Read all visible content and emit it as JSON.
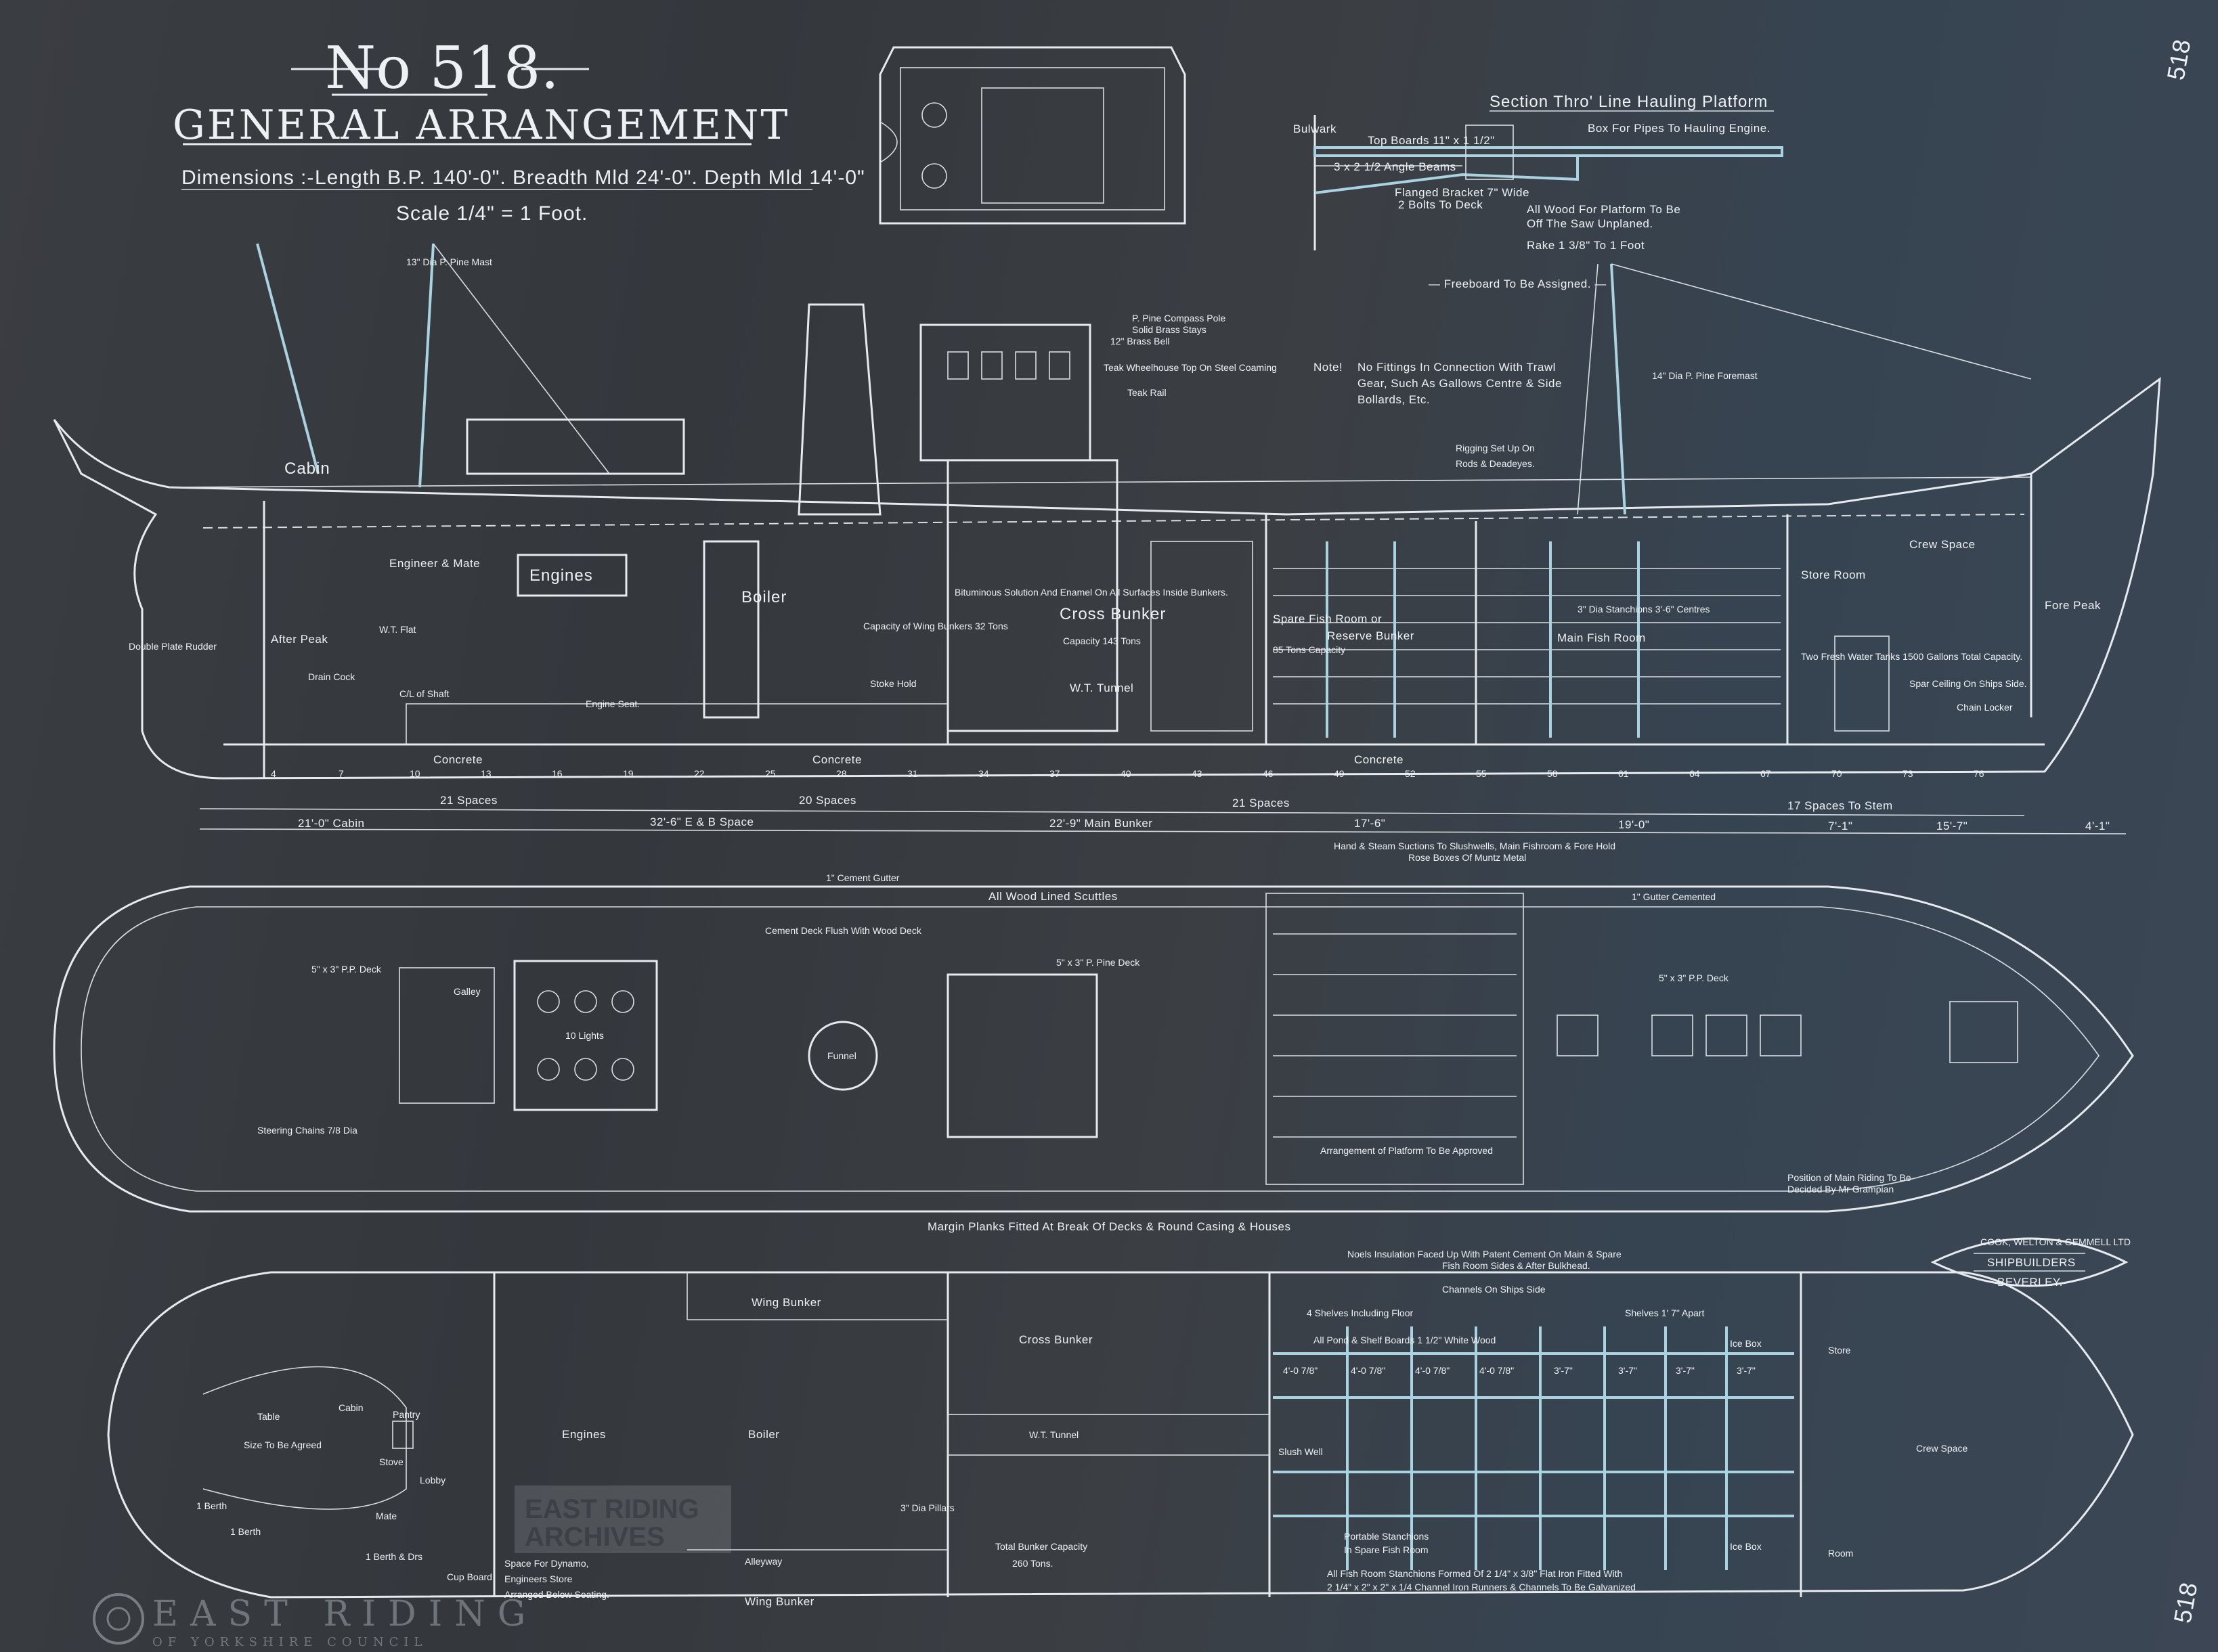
{
  "title": {
    "number": "No 518.",
    "heading": "GENERAL ARRANGEMENT",
    "dimensions_label": "Dimensions :-",
    "dimensions": "Length B.P. 140'-0\". Breadth Mld 24'-0\". Depth Mld 14'-0\"",
    "scale": "Scale 1/4\" = 1 Foot."
  },
  "section": {
    "title": "Section Thro' Line Hauling Platform",
    "bulwark": "Bulwark",
    "top_boards": "Top Boards 11\" x 1 1/2\"",
    "angle_beams": "3 x 2 1/2 Angle Beams",
    "box_pipes": "Box For Pipes To Hauling Engine.",
    "bracket": "Flanged Bracket 7\" Wide",
    "bolts": "2 Bolts To Deck",
    "wood_note_1": "All Wood For Platform To Be",
    "wood_note_2": "Off The Saw Unplaned.",
    "rake": "Rake 1 3/8\" To 1 Foot"
  },
  "notes": {
    "freeboard": "— Freeboard To Be Assigned. —",
    "note_label": "Note!",
    "note_1": "No Fittings In Connection With Trawl",
    "note_2": "Gear, Such As Gallows Centre & Side",
    "note_3": "Bollards, Etc.",
    "compass": "P. Pine Compass Pole",
    "stays": "Solid Brass Stays",
    "bell": "12\" Brass Bell",
    "wheelhouse": "Teak Wheelhouse Top On Steel Coaming",
    "teak_rail": "Teak Rail",
    "rigging_1": "Rigging Set Up On",
    "rigging_2": "Rods & Deadeyes.",
    "foremast": "14\" Dia P. Pine Foremast",
    "mizzen": "13\" Dia P. Pine Mast"
  },
  "profile": {
    "cabin": "Cabin",
    "engineer_mate": "Engineer & Mate",
    "engines": "Engines",
    "boiler": "Boiler",
    "after_peak": "After Peak",
    "drain_cock": "Drain Cock",
    "shaft": "C/L of Shaft",
    "engine_seat": "Engine Seat.",
    "wt_flat": "W.T. Flat",
    "wing_capacity": "Capacity of Wing Bunkers 32 Tons",
    "stoke_hold": "Stoke Hold",
    "cross_bunker": "Cross Bunker",
    "cross_capacity": "Capacity 143 Tons",
    "bituminous": "Bituminous Solution And Enamel On All Surfaces Inside Bunkers.",
    "wt_tunnel": "W.T. Tunnel",
    "spare_fish": "Spare Fish Room or",
    "reserve_bunker": "Reserve Bunker",
    "reserve_capacity": "85 Tons Capacity",
    "main_fish": "Main Fish Room",
    "stanchions": "3\" Dia Stanchions 3'-6\" Centres",
    "store_room": "Store Room",
    "crew_space": "Crew Space",
    "fore_peak": "Fore Peak",
    "fresh_water": "Two Fresh Water Tanks 1500 Gallons Total Capacity.",
    "spar_ceiling": "Spar Ceiling On Ships Side.",
    "chain_locker": "Chain Locker",
    "concrete": "Concrete",
    "double_rudder": "Double Plate Rudder",
    "frame_numbers": [
      "4",
      "7",
      "10",
      "13",
      "16",
      "19",
      "22",
      "25",
      "28",
      "31",
      "34",
      "37",
      "40",
      "43",
      "46",
      "49",
      "52",
      "55",
      "58",
      "61",
      "64",
      "67",
      "70",
      "73",
      "76"
    ]
  },
  "dimension_lines": {
    "spaces": [
      "21 Spaces",
      "20 Spaces",
      "21 Spaces",
      "17 Spaces To Stem"
    ],
    "lengths": [
      "21'-0\" Cabin",
      "32'-6\" E & B Space",
      "22'-9\" Main Bunker",
      "17'-6\"",
      "19'-0\"",
      "7'-1\"",
      "15'-7\"",
      "4'-1\""
    ],
    "suction_note": "Hand & Steam Suctions To Slushwells, Main Fishroom & Fore Hold",
    "rose_boxes": "Rose Boxes Of Muntz Metal"
  },
  "deck_plan": {
    "scuttles": "All Wood Lined Scuttles",
    "cement_deck": "Cement Deck Flush With Wood Deck",
    "pine_deck_aft": "5\" x 3\" P.P. Deck",
    "pine_deck_mid": "5\" x 3\" P. Pine Deck",
    "pine_deck_fwd": "5\" x 3\" P.P. Deck",
    "galley": "Galley",
    "lights": "10 Lights",
    "funnel": "Funnel",
    "steering_chains": "Steering Chains 7/8 Dia",
    "margin_note": "Margin Planks Fitted At Break Of Decks & Round Casing & Houses",
    "platform_note": "Arrangement of Platform To Be Approved",
    "riding_note_1": "Position of Main Riding To Be",
    "riding_note_2": "Decided By Mr Grampian",
    "cement_gutter": "1\" Cement Gutter",
    "gutter_cemented": "1\" Gutter Cemented"
  },
  "hold_plan": {
    "wing_bunker": "Wing Bunker",
    "cross_bunker": "Cross Bunker",
    "engines": "Engines",
    "boiler": "Boiler",
    "wt_tunnel": "W.T. Tunnel",
    "cabin": "Cabin",
    "pantry": "Pantry",
    "lobby": "Lobby",
    "table": "Table",
    "table_size": "Size To Be Agreed",
    "mate": "Mate",
    "berth": "1 Berth",
    "berth_drs": "1 Berth & Drs",
    "cupboard": "Cup Board",
    "stove": "Stove",
    "alleyway": "Alleyway",
    "dynamo_1": "Space For Dynamo,",
    "dynamo_2": "Engineers Store",
    "dynamo_3": "Arranged Below Seating.",
    "total_bunker": "Total Bunker Capacity",
    "total_tons": "260 Tons.",
    "pillars": "3\" Dia Pillars",
    "insulation_1": "Noels Insulation Faced Up With Patent Cement On Main & Spare",
    "insulation_2": "Fish Room Sides & After Bulkhead.",
    "channels": "Channels On Ships Side",
    "shelves": "4 Shelves Including Floor",
    "shelves_apart": "Shelves 1' 7\" Apart",
    "boards": "All Pond & Shelf Boards 1 1/2\" White Wood",
    "bay_widths": [
      "4'-0 7/8\"",
      "4'-0 7/8\"",
      "4'-0 7/8\"",
      "4'-0 7/8\"",
      "3'-7\"",
      "3'-7\"",
      "3'-7\"",
      "3'-7\""
    ],
    "portable_1": "Portable Stanchions",
    "portable_2": "In Spare Fish Room",
    "stanchions_note": "All Fish Room Stanchions Formed Of 2 1/4\" x 3/8\" Flat Iron Fitted With",
    "channel_note": "2 1/4\" x 2\" x 2\" x 1/4 Channel Iron Runners & Channels To Be Galvanized",
    "ice_box": "Ice Box",
    "store": "Store",
    "crew_space": "Crew Space",
    "room": "Room",
    "slush": "Slush Well"
  },
  "builder_plate": {
    "top": "COOK, WELTON & GEMMELL LTD",
    "middle": "SHIPBUILDERS",
    "bottom": "BEVERLEY."
  },
  "watermark": {
    "logo_line1": "EAST RIDING",
    "logo_line2": "OF YORKSHIRE COUNCIL",
    "archive_1": "EAST RIDING",
    "archive_2": "ARCHIVES"
  },
  "margin_marks": [
    "518",
    "518"
  ]
}
